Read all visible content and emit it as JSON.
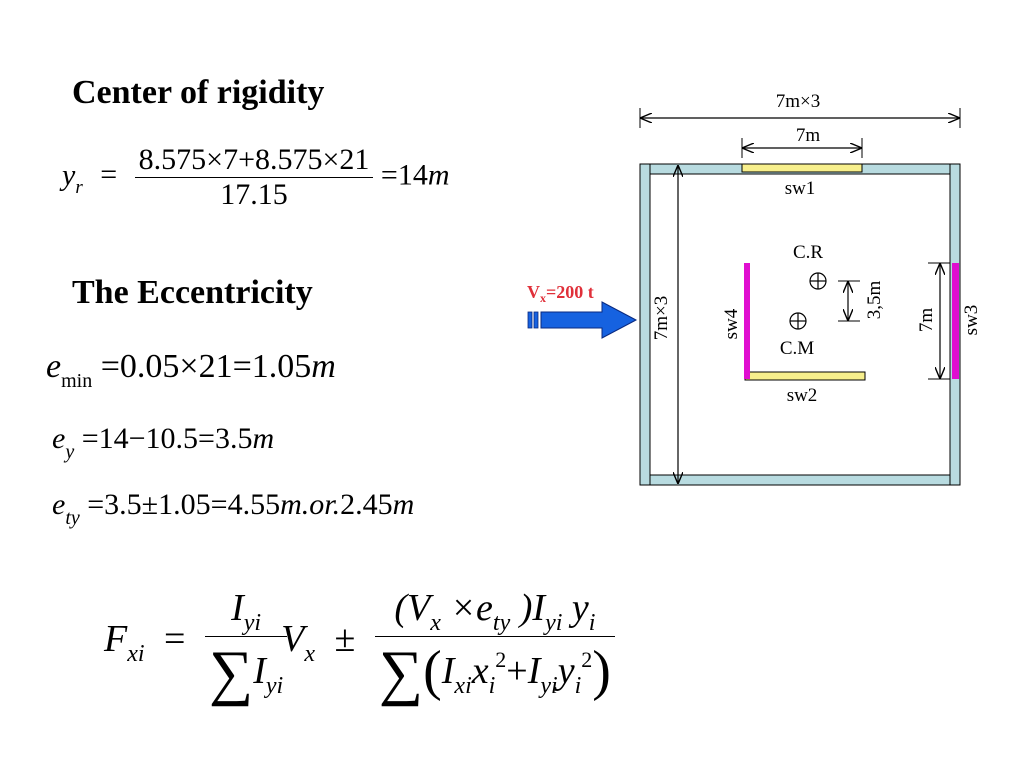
{
  "headings": {
    "center_of_rigidity": "Center of rigidity",
    "eccentricity": "The Eccentricity"
  },
  "eq_yr": {
    "lhs_var": "y",
    "lhs_sub": "r",
    "eq": "=",
    "numerator": "8.575×7+8.575×21",
    "denominator": "17.15",
    "result": "=14",
    "unit": "m"
  },
  "eq_emin": {
    "var": "e",
    "sub": "min",
    "rhs": "=0.05×21=1.05",
    "unit": "m"
  },
  "eq_ey": {
    "var": "e",
    "sub": "y",
    "rhs": "=14−10.5=3.5",
    "unit": "m"
  },
  "eq_ety": {
    "var": "e",
    "sub": "ty",
    "rhs": "=3.5±1.05=4.55",
    "unit": "m",
    "or_text": ".or.",
    "rhs2": "2.45",
    "unit2": "m"
  },
  "eq_fxi": {
    "F": "F",
    "F_sub": "xi",
    "eq": "=",
    "frac1_num": "I",
    "frac1_num_sub": "yi",
    "sigma": "∑",
    "frac1_den": "I",
    "frac1_den_sub": "yi",
    "V": "V",
    "V_sub": "x",
    "pm": "±",
    "frac2_num": "(V",
    "frac2_num_sub1": "x",
    "times": "×e",
    "frac2_num_sub2": "ty",
    "frac2_num_mid": ")I",
    "frac2_num_sub3": "yi",
    "frac2_num_y": "y",
    "frac2_num_sub4": "i",
    "den_I1": "I",
    "den_I1_sub": "xi",
    "den_x": "x",
    "den_x_sub": "i",
    "sq": "2",
    "plus": "+",
    "den_I2": "I",
    "den_I2_sub": "yi",
    "den_y": "y",
    "den_y_sub": "i",
    "open_paren": "(",
    "close_paren": ")"
  },
  "diagram": {
    "dim_overall": "7m×3",
    "dim_span": "7m",
    "sw1": "sw1",
    "sw2": "sw2",
    "sw3": "sw3",
    "sw4": "sw4",
    "cr": "C.R",
    "cm": "C.M",
    "dim_ecc": "3,5m",
    "dim_left": "7m×3",
    "dim_right": "7m",
    "force_label_main": "V",
    "force_label_sub": "x",
    "force_label_rest": "=200 t",
    "colors": {
      "wall_fill": "#b8dbe0",
      "shear_wall_yellow": "#f7ef8c",
      "shear_wall_magenta": "#e00ed0",
      "arrow_blue": "#1662e0",
      "force_label_red": "#e0303a"
    }
  }
}
